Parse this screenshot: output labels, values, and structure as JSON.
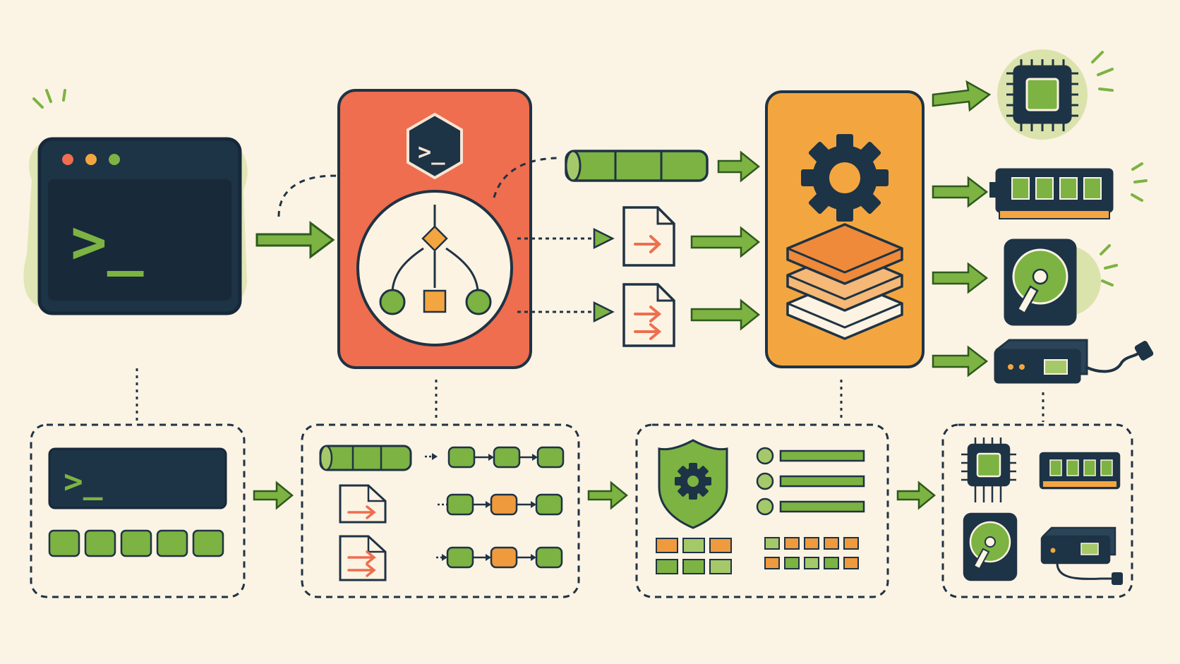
{
  "palette": {
    "background": "#fbf3e4",
    "ink": "#1f3344",
    "navy": "#1d3346",
    "green": "#7cb342",
    "green_light": "#a5c969",
    "halo": "#d8e3a8",
    "coral": "#ee6e4f",
    "orange": "#f3a640",
    "orange_small": "#f09a3e",
    "cream": "#fdf3e3",
    "window_dot_red": "#ee6e4f",
    "window_dot_yellow": "#f3a640",
    "window_dot_green": "#7cb342"
  },
  "top_row": {
    "terminal": {
      "prompt": ">_",
      "icon": "terminal-window-icon"
    },
    "parser": {
      "badge": ">_",
      "icon": "decision-tree-icon",
      "badge_icon": "hexagon-terminal-icon"
    },
    "outputs": [
      {
        "icon": "token-stream-icon"
      },
      {
        "icon": "instruction-file-icon"
      },
      {
        "icon": "instruction-file-icon"
      }
    ],
    "engine": {
      "icons": [
        "gear-icon",
        "stacked-layers-icon"
      ]
    },
    "hardware": [
      {
        "icon": "cpu-chip-icon"
      },
      {
        "icon": "ram-module-icon"
      },
      {
        "icon": "hard-drive-icon"
      },
      {
        "icon": "network-device-icon"
      }
    ]
  },
  "bottom_row": {
    "panels": [
      {
        "name": "input-panel",
        "prompt": ">_",
        "key_count": 5
      },
      {
        "name": "parse-panel",
        "icons": [
          "token-stream-icon",
          "file-icon",
          "file-icon",
          "node-chain-icon"
        ]
      },
      {
        "name": "execute-panel",
        "icons": [
          "shield-gear-icon",
          "checklist-icon",
          "memory-grid-icon"
        ]
      },
      {
        "name": "hardware-panel",
        "icons": [
          "cpu-chip-icon",
          "ram-module-icon",
          "hard-drive-icon",
          "network-device-icon"
        ]
      }
    ]
  }
}
